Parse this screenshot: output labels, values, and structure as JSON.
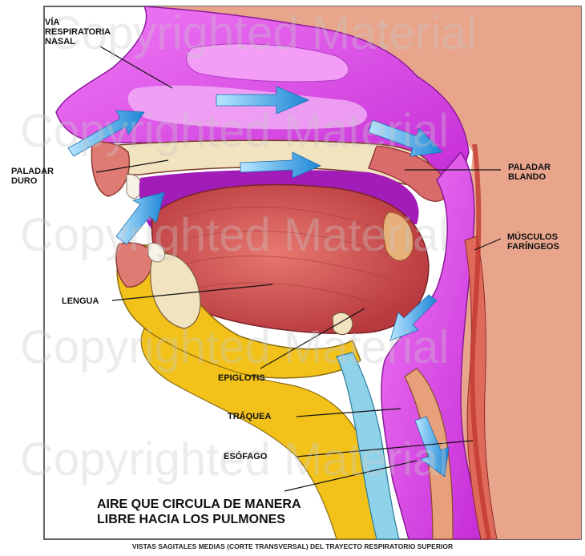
{
  "labels": {
    "via_respiratoria_nasal": "VÍA\nRESPIRATORIA\nNASAL",
    "paladar_duro": "PALADAR\nDURO",
    "paladar_blando": "PALADAR\nBLANDO",
    "musculos_faringeos": "MÚSCULOS\nFARÍNGEOS",
    "lengua": "LENGUA",
    "epiglotis": "EPIGLOTIS",
    "traquea": "TRÁQUEA",
    "esofago": "ESÓFAGO"
  },
  "caption": "AIRE QUE CIRCULA DE MANERA\nLIBRE HACIA LOS PULMONES",
  "footer": "VISTAS SAGITALES MEDIAS (CORTE TRANSVERSAL) DEL TRAYECTO RESPIRATORIO SUPERIOR",
  "watermark": "Copyrighted Material",
  "colors": {
    "background_tissue": "#e8a58c",
    "airway_magenta": "#e040e8",
    "airway_dark": "#a21cb8",
    "tongue": "#d9595a",
    "bone": "#f1e2c0",
    "fat_yellow": "#f2c21a",
    "arrow_blue": "#3aa6e8"
  }
}
